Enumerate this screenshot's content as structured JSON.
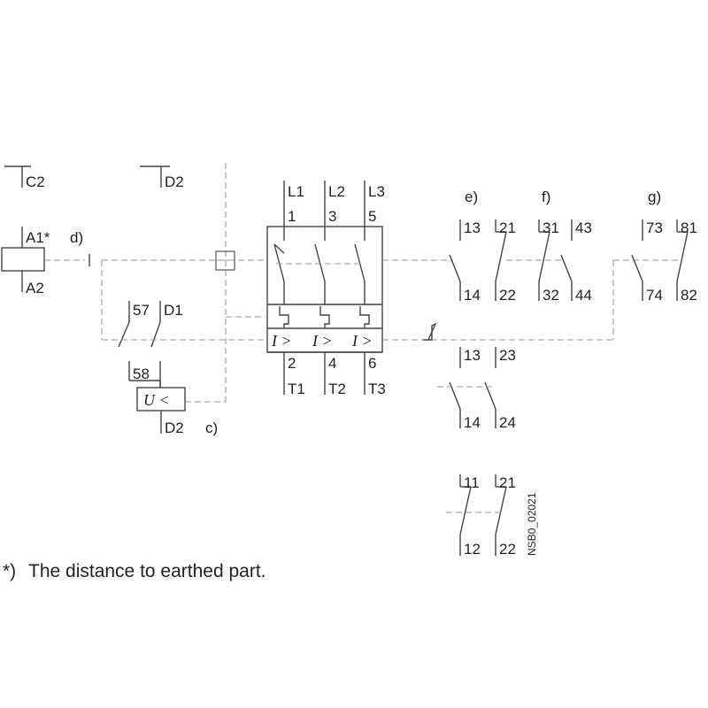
{
  "left": {
    "c2": "C2",
    "d2_top": "D2",
    "a1": "A1*",
    "d_note": "d)",
    "a2": "A2",
    "t57": "57",
    "d1": "D1",
    "t58": "58",
    "u_relay": "U <",
    "d2_bottom": "D2",
    "c_note": "c)"
  },
  "breaker": {
    "line_labels": [
      "L1",
      "L2",
      "L3"
    ],
    "line_numbers": [
      "1",
      "3",
      "5"
    ],
    "trip_labels": [
      "I >",
      "I >",
      "I >"
    ],
    "out_numbers": [
      "2",
      "4",
      "6"
    ],
    "out_labels": [
      "T1",
      "T2",
      "T3"
    ]
  },
  "aux": {
    "e_label": "e)",
    "f_label": "f)",
    "g_label": "g)",
    "e_top": [
      "13",
      "21"
    ],
    "e_bottom": [
      "14",
      "22"
    ],
    "f_top": [
      "31",
      "43"
    ],
    "f_bottom": [
      "32",
      "44"
    ],
    "g_top": [
      "73",
      "81"
    ],
    "g_bottom": [
      "74",
      "82"
    ],
    "h_top": [
      "13",
      "23"
    ],
    "h_bottom": [
      "14",
      "24"
    ],
    "i_top": [
      "11",
      "21"
    ],
    "i_bottom": [
      "12",
      "22"
    ]
  },
  "code": "NSB0_02021",
  "footnote_marker": "*)",
  "footnote_text": "The distance to earthed part."
}
